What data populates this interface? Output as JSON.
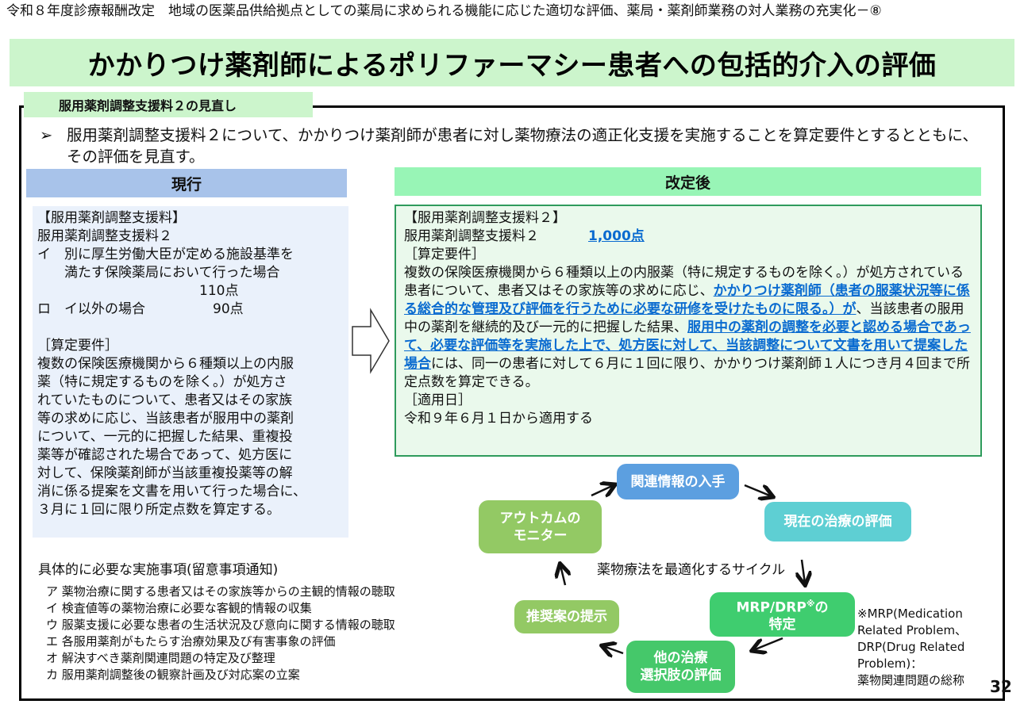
{
  "header": {
    "text": "令和８年度診療報酬改定　地域の医薬品供給拠点としての薬局に求められる機能に応じた適切な評価、薬局・薬剤師業務の対人業務の充実化－⑧"
  },
  "title": "かかりつけ薬剤師によるポリファーマシー患者への包括的介入の評価",
  "section_tab": "服用薬剤調整支援料２の見直し",
  "intro": {
    "bullet": "➢",
    "text": "服用薬剤調整支援料２について、かかりつけ薬剤師が患者に対し薬物療法の適正化支援を実施することを算定要件とするとともに、その評価を見直す。"
  },
  "current": {
    "heading": "現行",
    "lines": [
      "【服用薬剤調整支援料】",
      "服用薬剤調整支援料２",
      "イ　別に厚生労働大臣が定める施設基準を",
      "　　満たす保険薬局において行った場合",
      "　　　　　　　　　　　　110点",
      "ロ　イ以外の場合　　　　　90点",
      "",
      "［算定要件］",
      "複数の保険医療機関から６種類以上の内服",
      "薬（特に規定するものを除く。）が処方さ",
      "れていたものについて、患者又はその家族",
      "等の求めに応じ、当該患者が服用中の薬剤",
      "について、一元的に把握した結果、重複投",
      "薬等が確認された場合であって、処方医に",
      "対して、保険薬剤師が当該重複投薬等の解",
      "消に係る提案を文書を用いて行った場合に、",
      "３月に１回に限り所定点数を算定する。"
    ]
  },
  "revised": {
    "heading": "改定後",
    "line1": "【服用薬剤調整支援料２】",
    "line2_label": "服用薬剤調整支援料２",
    "line2_points": "1,000点",
    "req_heading": "［算定要件］",
    "p1": "複数の保険医療機関から６種類以上の内服薬（特に規定するものを除く。）が処方されている患者について、患者又はその家族等の求めに応じ、",
    "p2_u": "かかりつけ薬剤師（患者の服薬状況等に係る総合的な管理及び評価を行うために必要な研修を受けたものに限る。）が",
    "p3": "、当該患者の服用中の薬剤を継続的及び一元的に把握した結果、",
    "p4_u": "服用中の薬剤の調整を必要と認める場合であって、必要な評価等を実施した上で、処方医に対して、当該調整について文書を用いて提案した場合",
    "p5": "には、同一の患者に対して６月に１回に限り、かかりつけ薬剤師１人につき月４回まで所定点数を算定できる。",
    "apply_heading": "［適用日］",
    "apply_text": "令和９年６月１日から適用する"
  },
  "implementation": {
    "title": "具体的に必要な実施事項(留意事項通知)",
    "items": [
      "ア 薬物治療に関する患者又はその家族等からの主観的情報の聴取",
      "イ 検査値等の薬物治療に必要な客観的情報の収集",
      "ウ 服薬支援に必要な患者の生活状況及び意向に関する情報の聴取",
      "エ 各服用薬剤がもたらす治療効果及び有害事象の評価",
      "オ 解決すべき薬剤関連問題の特定及び整理",
      "カ 服用薬剤調整後の観察計画及び対応案の立案"
    ]
  },
  "cycle": {
    "label": "薬物療法を最適化するサイクル",
    "nodes": {
      "info": "関連情報の入手",
      "eval": "現在の治療の評価",
      "mrp_1": "MRP/DRP",
      "mrp_sup": "※",
      "mrp_2": "の",
      "mrp_3": "特定",
      "alt_1": "他の治療",
      "alt_2": "選択肢の評価",
      "rec": "推奨案の提示",
      "outcome_1": "アウトカムの",
      "outcome_2": "モニター"
    }
  },
  "footnote": {
    "lines": [
      "※MRP(Medication",
      "Related Problem、",
      "DRP(Drug Related",
      "Problem)：",
      "薬物関連問題の総称"
    ]
  },
  "page_number": "32",
  "colors": {
    "title_band": "#ccf5cc",
    "current_head": "#a8c3ea",
    "revised_head": "#98f5b6",
    "highlight_text": "#0a6bd0"
  }
}
